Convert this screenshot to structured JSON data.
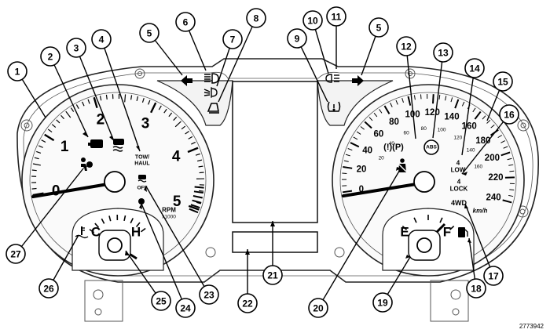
{
  "tachometer": {
    "numbers": [
      "0",
      "1",
      "2",
      "3",
      "4",
      "5"
    ],
    "rpm_unit": "RPM",
    "rpm_scale": "x1000",
    "tow_haul": [
      "TOW/",
      "HAUL"
    ],
    "esc_off": "OFF",
    "temp_cold": "C",
    "temp_hot": "H"
  },
  "speedometer": {
    "mph_numbers": [
      "0",
      "20",
      "40",
      "60",
      "80",
      "100",
      "120",
      "140",
      "160",
      "180",
      "200",
      "220",
      "240"
    ],
    "kmh_numbers": [
      "20",
      "40",
      "60",
      "80",
      "100",
      "120",
      "140",
      "160"
    ],
    "unit": "km/h",
    "brake_indicator": "(!)(P)",
    "abs": "ABS",
    "four_low": [
      "4",
      "LOW"
    ],
    "four_lock": [
      "4",
      "LOCK"
    ],
    "four_wd": "4WD",
    "fuel_empty": "E",
    "fuel_full": "F"
  },
  "callouts": [
    "1",
    "2",
    "3",
    "4",
    "5",
    "6",
    "7",
    "8",
    "9",
    "10",
    "11",
    "5",
    "12",
    "13",
    "14",
    "15",
    "16",
    "17",
    "18",
    "19",
    "20",
    "21",
    "22",
    "23",
    "24",
    "25",
    "26",
    "27"
  ],
  "figure_id": "2773942"
}
